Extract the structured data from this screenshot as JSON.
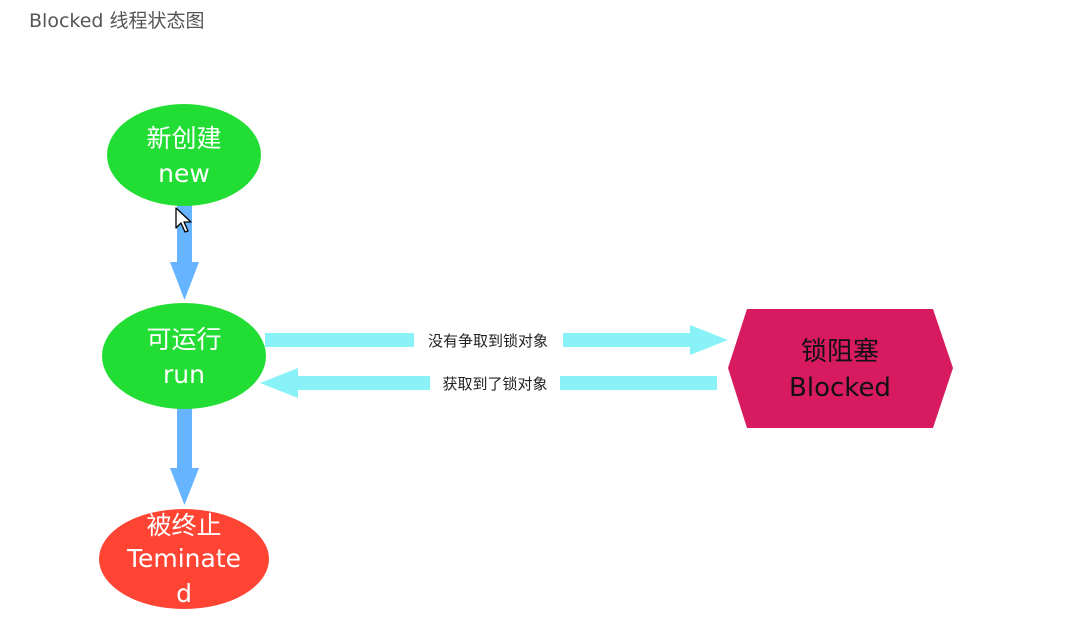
{
  "title": "Blocked 线程状态图",
  "colors": {
    "state_green": "#22dd33",
    "state_red": "#ff4433",
    "state_blocked": "#d81b60",
    "arrow_blue": "#66b3ff",
    "arrow_cyan": "#88f2f8"
  },
  "nodes": {
    "new": {
      "line1": "新创建",
      "line2": "new"
    },
    "runnable": {
      "line1": "可运行",
      "line2": "run"
    },
    "terminated": {
      "line1": "被终止",
      "line2": "Teminate",
      "line3": "d"
    },
    "blocked": {
      "line1": "锁阻塞",
      "line2": "Blocked"
    }
  },
  "edges": {
    "run_to_blocked": "没有争取到锁对象",
    "blocked_to_run": "获取到了锁对象"
  },
  "cursor": "mouse-pointer-icon"
}
